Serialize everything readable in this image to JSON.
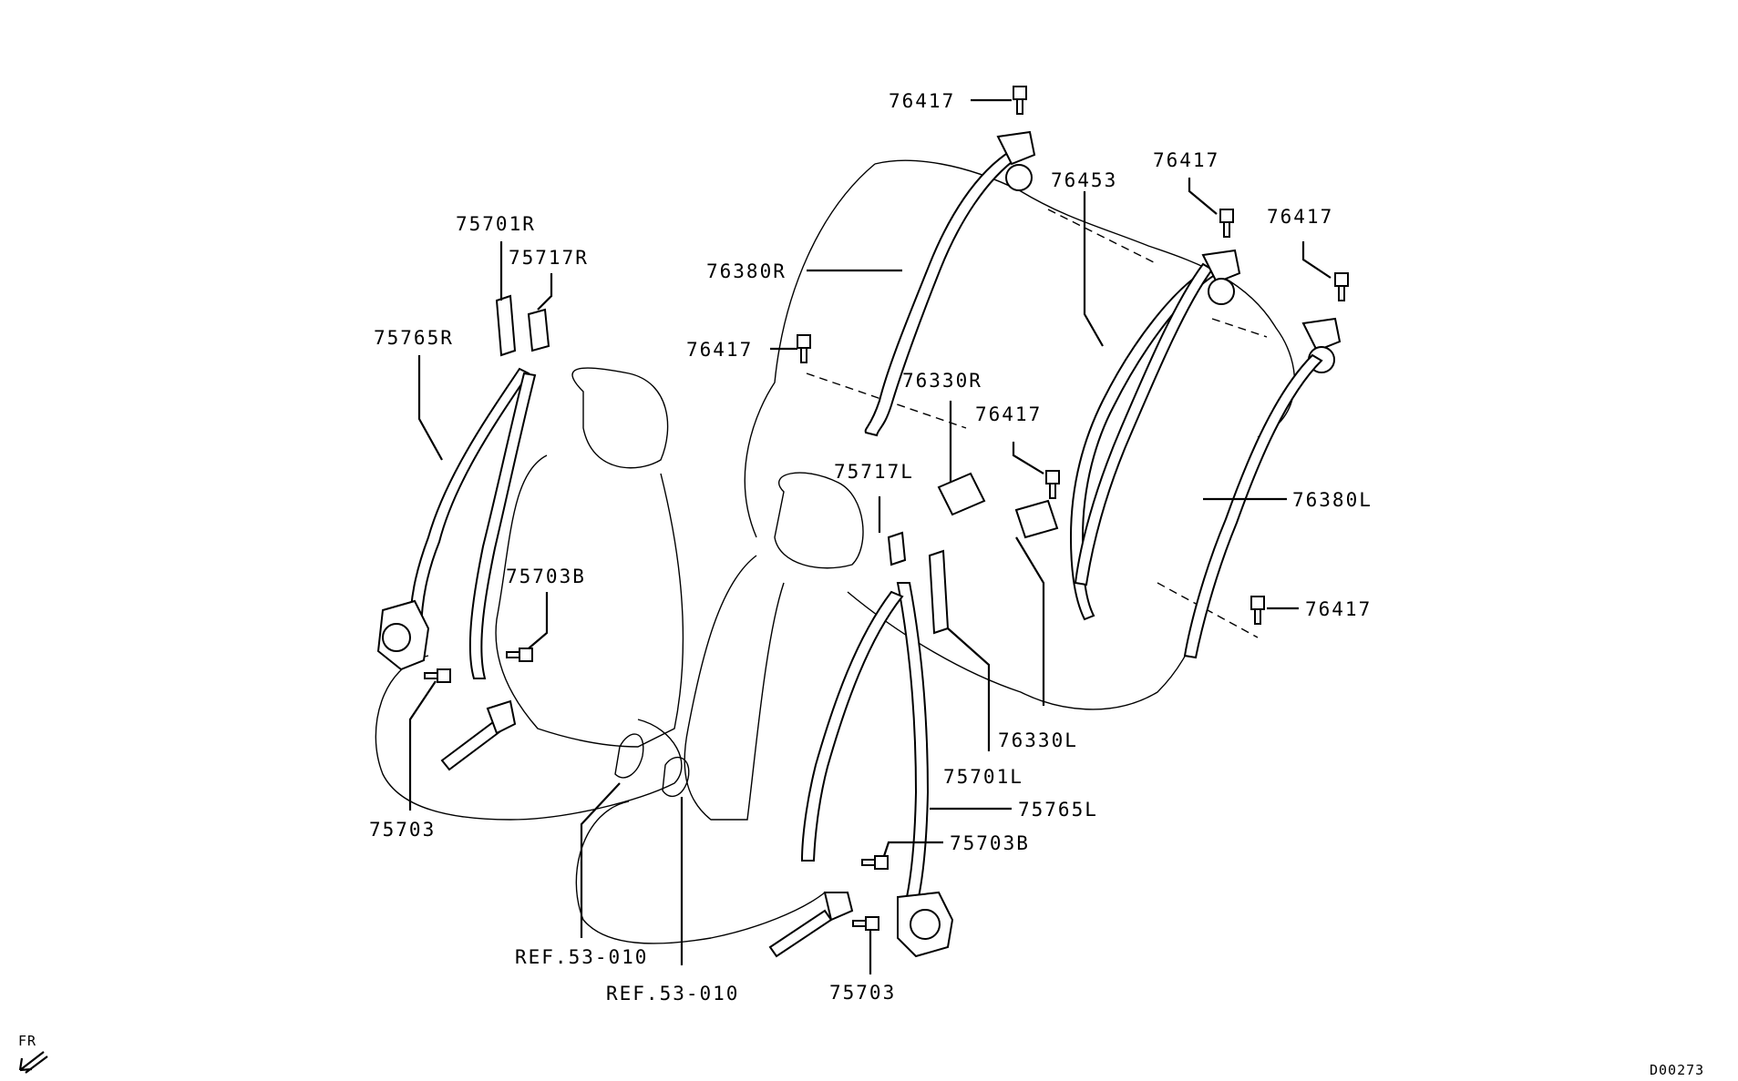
{
  "diagram": {
    "labels": {
      "p76417_a": "76417",
      "p76417_b": "76417",
      "p76417_c": "76417",
      "p76417_d": "76417",
      "p76417_e": "76417",
      "p76417_f": "76417",
      "p76453": "76453",
      "p76380R": "76380R",
      "p76380L": "76380L",
      "p76330R": "76330R",
      "p76330L": "76330L",
      "p75701R": "75701R",
      "p75717R": "75717R",
      "p75765R": "75765R",
      "p75703B_a": "75703B",
      "p75703B_b": "75703B",
      "p75703_a": "75703",
      "p75703_b": "75703",
      "p75717L": "75717L",
      "p75701L": "75701L",
      "p75765L": "75765L",
      "ref_a": "REF.53-010",
      "ref_b": "REF.53-010",
      "fr": "FR",
      "code": "D00273"
    },
    "icons": {
      "direction": "arrow-down-left-icon"
    }
  }
}
